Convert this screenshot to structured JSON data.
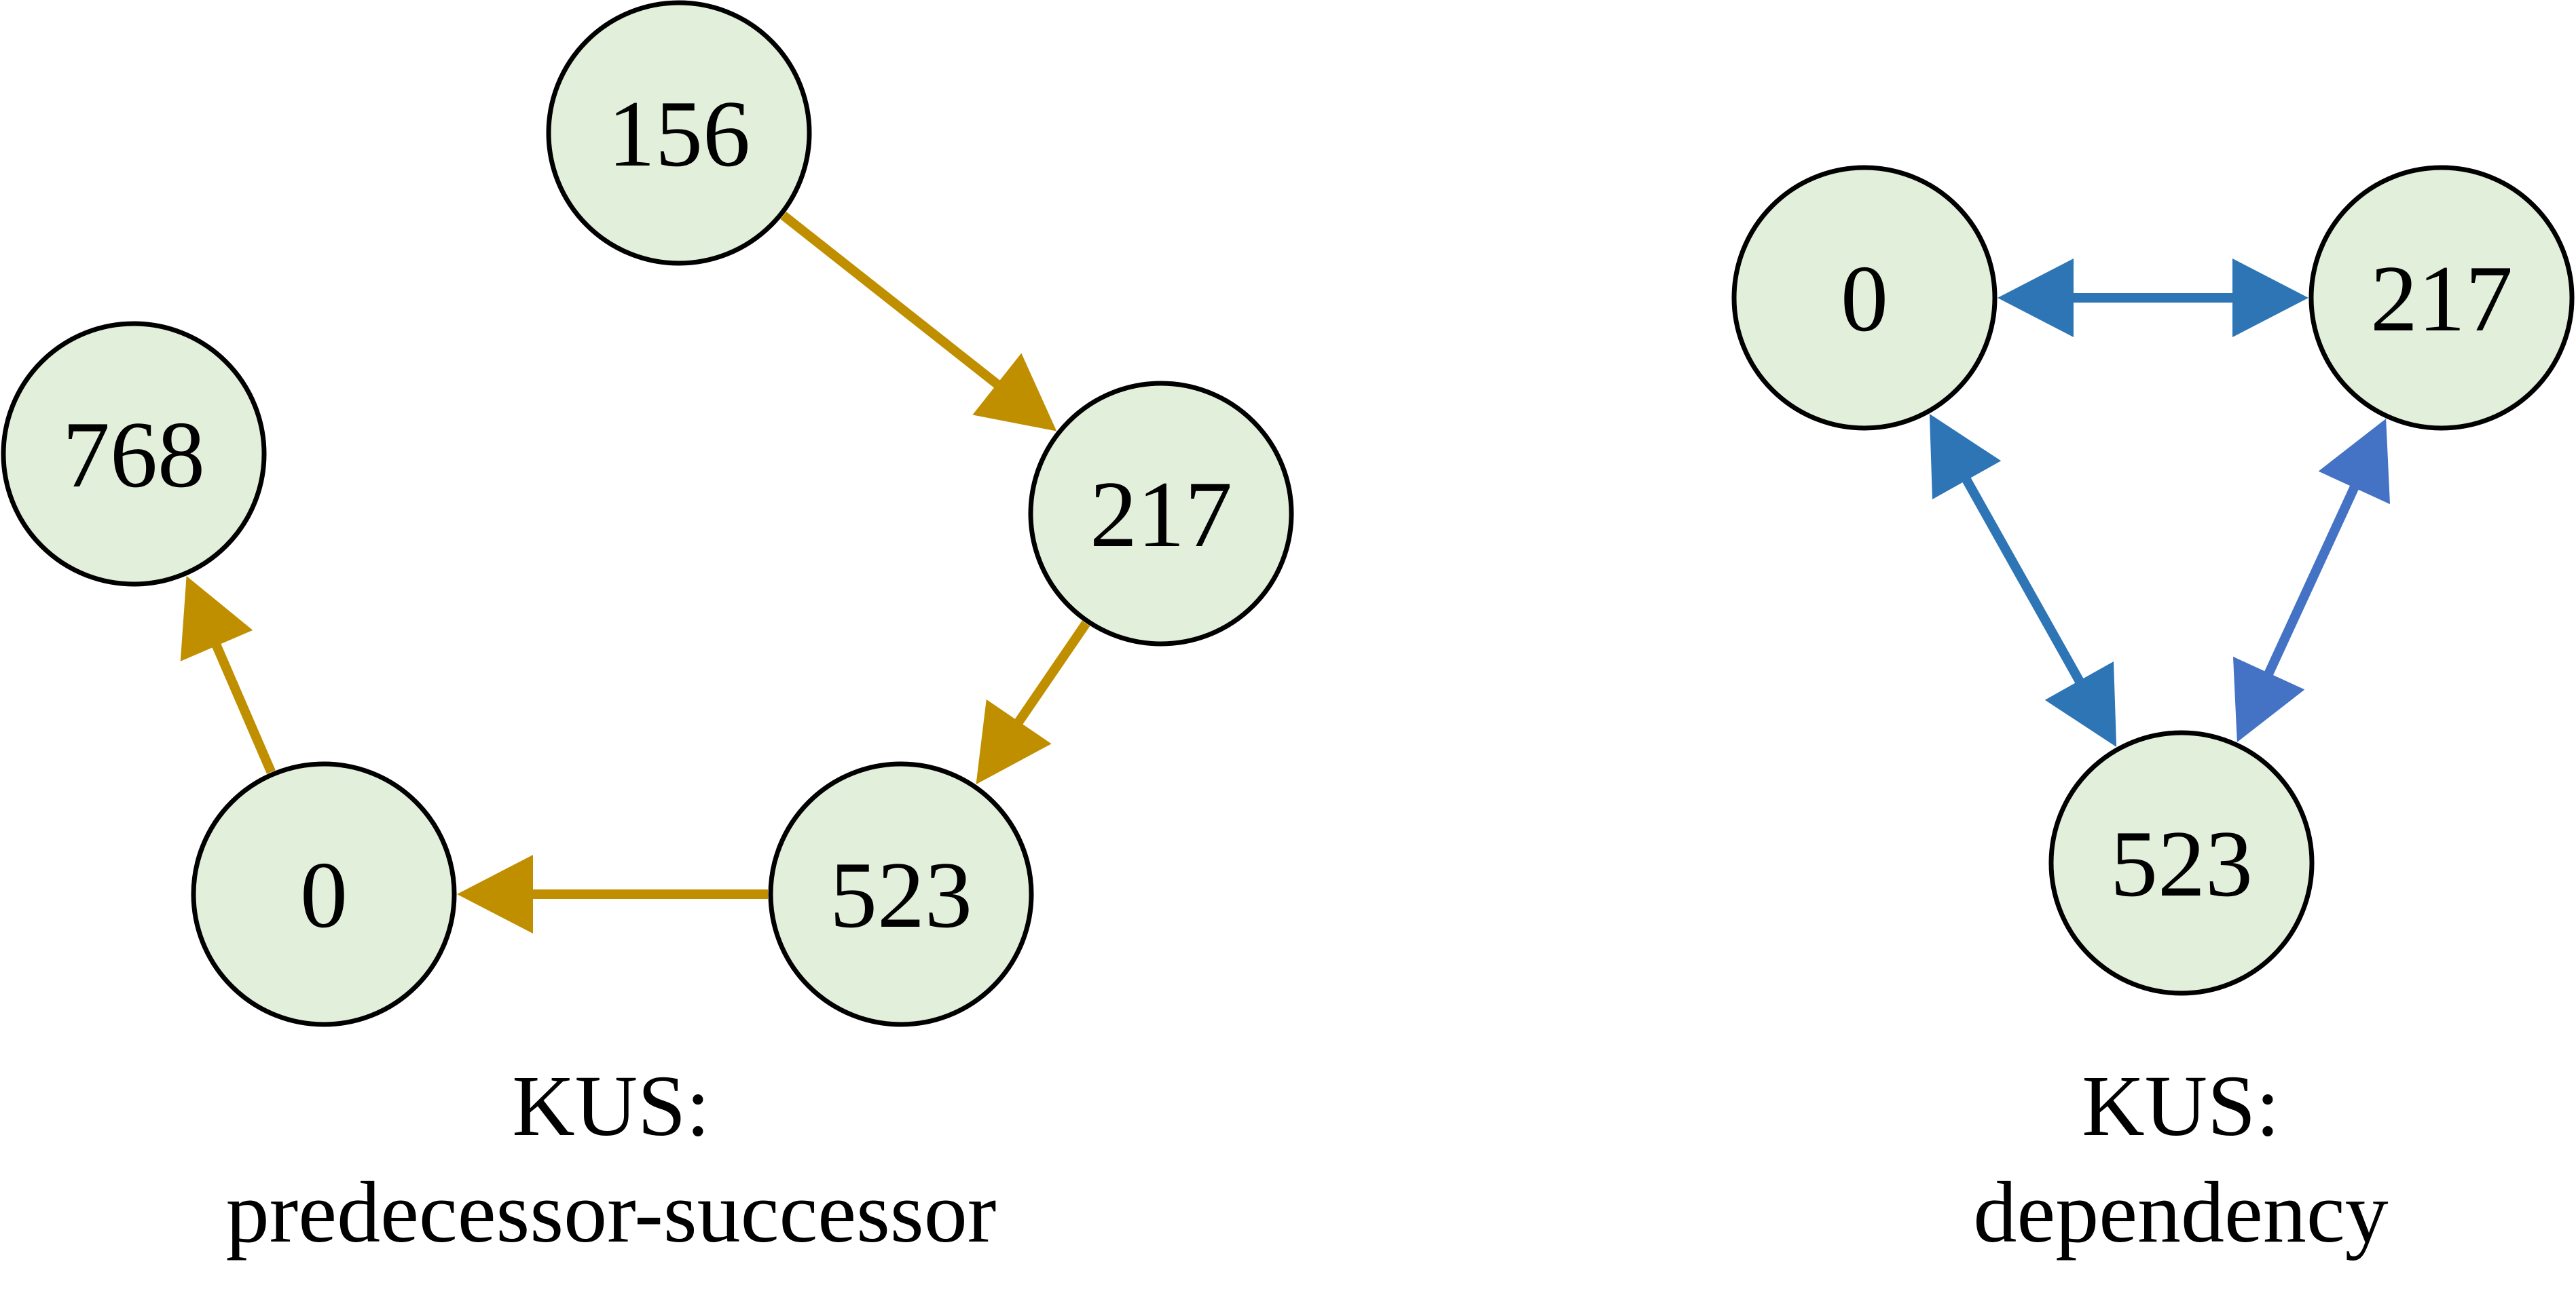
{
  "colors": {
    "node_fill": "#e2efda",
    "node_stroke": "#000000",
    "pred_succ_edge": "#bf8f00",
    "dependency_edge": "#2e75b6",
    "dependency_edge_alt": "#4472c4"
  },
  "graphs": [
    {
      "id": "pred-succ",
      "caption": [
        "KUS:",
        "predecessor-successor"
      ],
      "edge_color": "#bf8f00",
      "nodes": [
        {
          "id": "p156",
          "label": "156"
        },
        {
          "id": "p217",
          "label": "217"
        },
        {
          "id": "p523",
          "label": "523"
        },
        {
          "id": "p0",
          "label": "0"
        },
        {
          "id": "p768",
          "label": "768"
        }
      ],
      "edges": [
        {
          "from": "p156",
          "to": "p217",
          "direction": "forward"
        },
        {
          "from": "p217",
          "to": "p523",
          "direction": "forward"
        },
        {
          "from": "p523",
          "to": "p0",
          "direction": "forward"
        },
        {
          "from": "p0",
          "to": "p768",
          "direction": "forward"
        }
      ]
    },
    {
      "id": "dependency",
      "caption": [
        "KUS:",
        "dependency"
      ],
      "edge_color": "#2e75b6",
      "nodes": [
        {
          "id": "d0",
          "label": "0"
        },
        {
          "id": "d217",
          "label": "217"
        },
        {
          "id": "d523",
          "label": "523"
        }
      ],
      "edges": [
        {
          "from": "d0",
          "to": "d217",
          "direction": "both"
        },
        {
          "from": "d0",
          "to": "d523",
          "direction": "both"
        },
        {
          "from": "d217",
          "to": "d523",
          "direction": "both",
          "color": "#4472c4"
        }
      ]
    }
  ]
}
